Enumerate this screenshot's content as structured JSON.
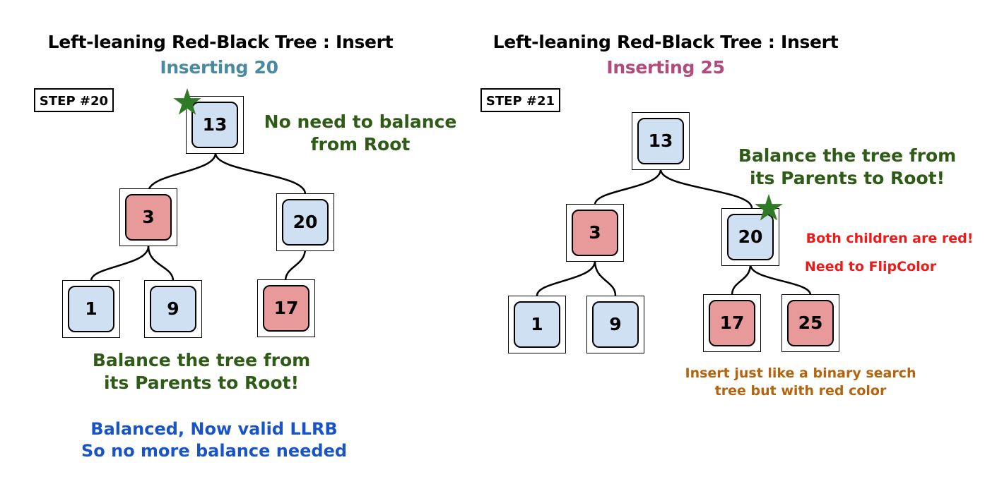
{
  "colors": {
    "black_node": "#cfe0f2",
    "red_node": "#e89a9b",
    "star": "#2f7a24",
    "guidance_text": "#2e5b16",
    "balanced_text": "#1854c8",
    "warning_text": "#ee1a1a",
    "insert_text": "#b5630c",
    "subtitle_left": "#4a8aa1",
    "subtitle_right": "#b04b7c"
  },
  "icons": {
    "current_node_marker": "star-icon"
  },
  "left_panel": {
    "title": "Left-leaning Red-Black Tree : Insert",
    "subtitle": "Inserting 20",
    "step": "STEP #20",
    "nodes": [
      {
        "id": "13",
        "color": "black",
        "starred": true
      },
      {
        "id": "3",
        "color": "red"
      },
      {
        "id": "20",
        "color": "black"
      },
      {
        "id": "1",
        "color": "black"
      },
      {
        "id": "9",
        "color": "black"
      },
      {
        "id": "17",
        "color": "red"
      }
    ],
    "edges": [
      [
        "13",
        "3"
      ],
      [
        "13",
        "20"
      ],
      [
        "3",
        "1"
      ],
      [
        "3",
        "9"
      ],
      [
        "20",
        "17"
      ]
    ],
    "note_top_line1": "No need to balance",
    "note_top_line2": "from Root",
    "note_mid_line1": "Balance the tree from",
    "note_mid_line2": "its Parents to Root!",
    "note_bottom_line1": "Balanced, Now valid LLRB",
    "note_bottom_line2": "So no more balance needed"
  },
  "right_panel": {
    "title": "Left-leaning Red-Black Tree : Insert",
    "subtitle": "Inserting 25",
    "step": "STEP #21",
    "nodes": [
      {
        "id": "13",
        "color": "black"
      },
      {
        "id": "3",
        "color": "red"
      },
      {
        "id": "20",
        "color": "black",
        "starred": true
      },
      {
        "id": "1",
        "color": "black"
      },
      {
        "id": "9",
        "color": "black"
      },
      {
        "id": "17",
        "color": "red"
      },
      {
        "id": "25",
        "color": "red"
      }
    ],
    "edges": [
      [
        "13",
        "3"
      ],
      [
        "13",
        "20"
      ],
      [
        "3",
        "1"
      ],
      [
        "3",
        "9"
      ],
      [
        "20",
        "17"
      ],
      [
        "20",
        "25"
      ]
    ],
    "note_top_line1": "Balance the tree from",
    "note_top_line2": "its Parents to Root!",
    "note_warn_line1": "Both children are red!",
    "note_warn_line2": "Need to FlipColor",
    "note_insert_line1": "Insert just like a binary search",
    "note_insert_line2": "tree but with red color"
  }
}
